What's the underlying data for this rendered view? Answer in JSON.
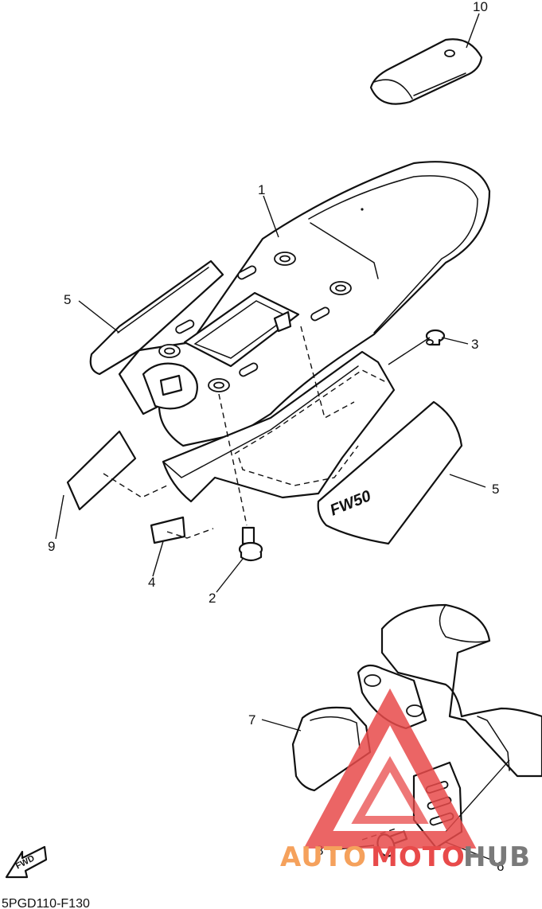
{
  "diagram_code": "5PGD110-F130",
  "fwd_label": "FWD",
  "emblem_text": "FW50",
  "callouts": {
    "c1": "1",
    "c2": "2",
    "c3": "3",
    "c4": "4",
    "c5a": "5",
    "c5b": "5",
    "c6": "6",
    "c7": "7",
    "c8": "8",
    "c9": "9",
    "c10": "10"
  },
  "watermark": {
    "auto": "AUTO",
    "moto": "MOTO",
    "hub": "HUB",
    "colors": {
      "orange": "#f5a15c",
      "red": "#e84a4a",
      "gray": "#7a7a7a"
    }
  }
}
